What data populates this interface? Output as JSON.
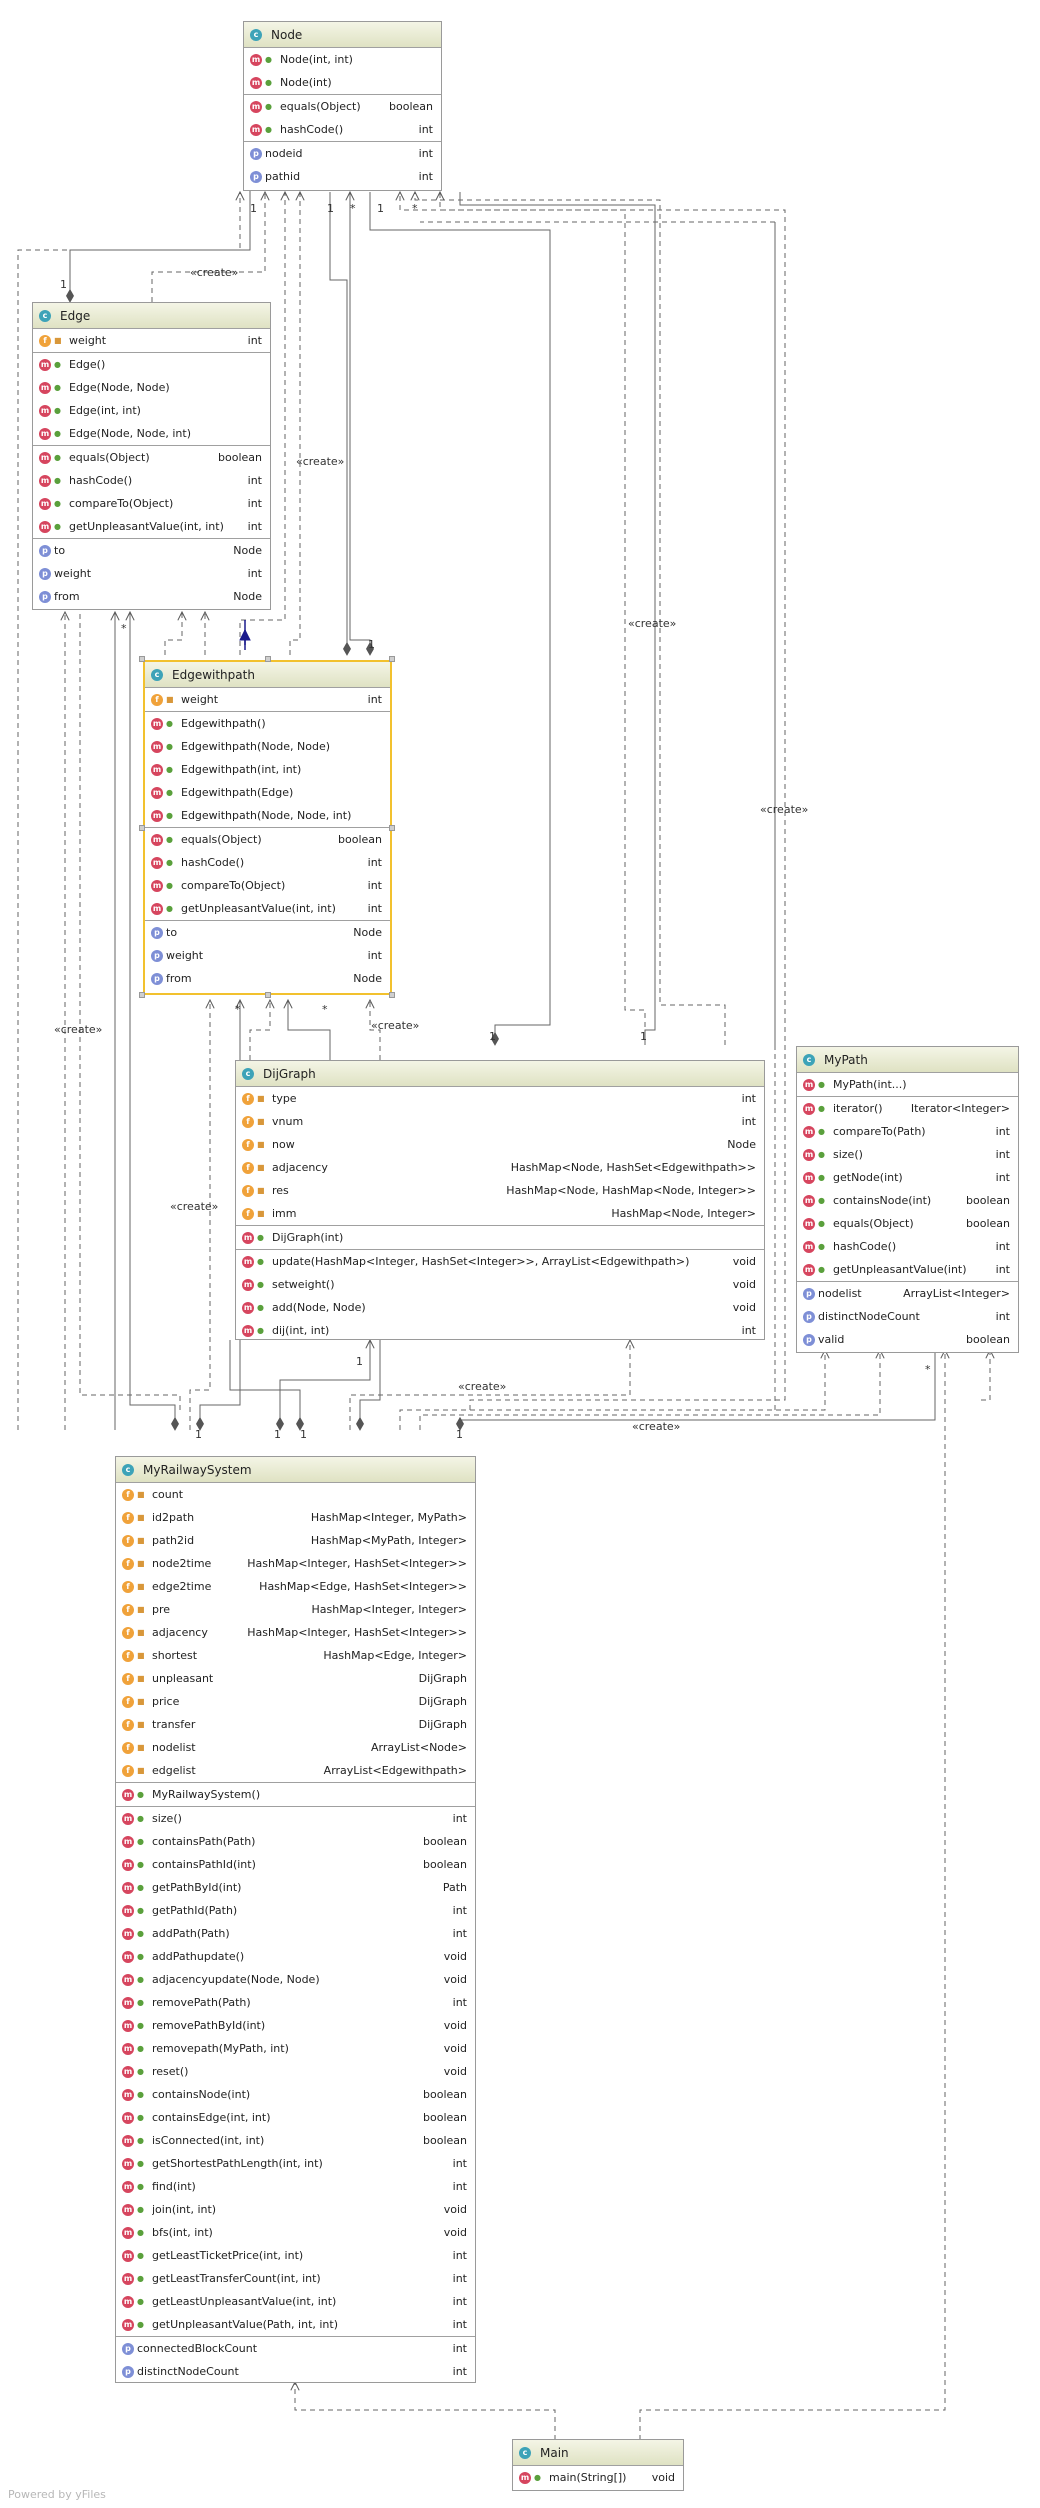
{
  "credit": "Powered by yFiles",
  "classes": {
    "node": {
      "name": "Node",
      "ctors": [
        {
          "label": "Node(int, int)",
          "type": ""
        },
        {
          "label": "Node(int)",
          "type": ""
        }
      ],
      "methods": [
        {
          "label": "equals(Object)",
          "type": "boolean"
        },
        {
          "label": "hashCode()",
          "type": "int"
        }
      ],
      "props": [
        {
          "label": "nodeid",
          "type": "int"
        },
        {
          "label": "pathid",
          "type": "int"
        }
      ]
    },
    "edge": {
      "name": "Edge",
      "fields": [
        {
          "label": "weight",
          "type": "int"
        }
      ],
      "ctors": [
        {
          "label": "Edge()",
          "type": ""
        },
        {
          "label": "Edge(Node, Node)",
          "type": ""
        },
        {
          "label": "Edge(int, int)",
          "type": ""
        },
        {
          "label": "Edge(Node, Node, int)",
          "type": ""
        }
      ],
      "methods": [
        {
          "label": "equals(Object)",
          "type": "boolean"
        },
        {
          "label": "hashCode()",
          "type": "int"
        },
        {
          "label": "compareTo(Object)",
          "type": "int"
        },
        {
          "label": "getUnpleasantValue(int, int)",
          "type": "int"
        }
      ],
      "props": [
        {
          "label": "to",
          "type": "Node"
        },
        {
          "label": "weight",
          "type": "int"
        },
        {
          "label": "from",
          "type": "Node"
        }
      ]
    },
    "edgewithpath": {
      "name": "Edgewithpath",
      "fields": [
        {
          "label": "weight",
          "type": "int"
        }
      ],
      "ctors": [
        {
          "label": "Edgewithpath()",
          "type": ""
        },
        {
          "label": "Edgewithpath(Node, Node)",
          "type": ""
        },
        {
          "label": "Edgewithpath(int, int)",
          "type": ""
        },
        {
          "label": "Edgewithpath(Edge)",
          "type": ""
        },
        {
          "label": "Edgewithpath(Node, Node, int)",
          "type": ""
        }
      ],
      "methods": [
        {
          "label": "equals(Object)",
          "type": "boolean"
        },
        {
          "label": "hashCode()",
          "type": "int"
        },
        {
          "label": "compareTo(Object)",
          "type": "int"
        },
        {
          "label": "getUnpleasantValue(int, int)",
          "type": "int"
        }
      ],
      "props": [
        {
          "label": "to",
          "type": "Node"
        },
        {
          "label": "weight",
          "type": "int"
        },
        {
          "label": "from",
          "type": "Node"
        }
      ]
    },
    "dijgraph": {
      "name": "DijGraph",
      "fields": [
        {
          "label": "type",
          "type": "int"
        },
        {
          "label": "vnum",
          "type": "int"
        },
        {
          "label": "now",
          "type": "Node"
        },
        {
          "label": "adjacency",
          "type": "HashMap<Node, HashSet<Edgewithpath>>"
        },
        {
          "label": "res",
          "type": "HashMap<Node, HashMap<Node, Integer>>"
        },
        {
          "label": "imm",
          "type": "HashMap<Node, Integer>"
        }
      ],
      "ctors": [
        {
          "label": "DijGraph(int)",
          "type": ""
        }
      ],
      "methods": [
        {
          "label": "update(HashMap<Integer, HashSet<Integer>>, ArrayList<Edgewithpath>)",
          "type": "void"
        },
        {
          "label": "setweight()",
          "type": "void"
        },
        {
          "label": "add(Node, Node)",
          "type": "void"
        },
        {
          "label": "dij(int, int)",
          "type": "int"
        }
      ]
    },
    "mypath": {
      "name": "MyPath",
      "ctors": [
        {
          "label": "MyPath(int...)",
          "type": ""
        }
      ],
      "methods": [
        {
          "label": "iterator()",
          "type": "Iterator<Integer>"
        },
        {
          "label": "compareTo(Path)",
          "type": "int"
        },
        {
          "label": "size()",
          "type": "int"
        },
        {
          "label": "getNode(int)",
          "type": "int"
        },
        {
          "label": "containsNode(int)",
          "type": "boolean"
        },
        {
          "label": "equals(Object)",
          "type": "boolean"
        },
        {
          "label": "hashCode()",
          "type": "int"
        },
        {
          "label": "getUnpleasantValue(int)",
          "type": "int"
        }
      ],
      "props": [
        {
          "label": "nodelist",
          "type": "ArrayList<Integer>"
        },
        {
          "label": "distinctNodeCount",
          "type": "int"
        },
        {
          "label": "valid",
          "type": "boolean"
        }
      ]
    },
    "myrailwaysystem": {
      "name": "MyRailwaySystem",
      "fields": [
        {
          "label": "count",
          "type": ""
        },
        {
          "label": "id2path",
          "type": "HashMap<Integer, MyPath>"
        },
        {
          "label": "path2id",
          "type": "HashMap<MyPath, Integer>"
        },
        {
          "label": "node2time",
          "type": "HashMap<Integer, HashSet<Integer>>"
        },
        {
          "label": "edge2time",
          "type": "HashMap<Edge, HashSet<Integer>>"
        },
        {
          "label": "pre",
          "type": "HashMap<Integer, Integer>"
        },
        {
          "label": "adjacency",
          "type": "HashMap<Integer, HashSet<Integer>>"
        },
        {
          "label": "shortest",
          "type": "HashMap<Edge, Integer>"
        },
        {
          "label": "unpleasant",
          "type": "DijGraph"
        },
        {
          "label": "price",
          "type": "DijGraph"
        },
        {
          "label": "transfer",
          "type": "DijGraph"
        },
        {
          "label": "nodelist",
          "type": "ArrayList<Node>"
        },
        {
          "label": "edgelist",
          "type": "ArrayList<Edgewithpath>"
        }
      ],
      "ctors": [
        {
          "label": "MyRailwaySystem()",
          "type": ""
        }
      ],
      "methods": [
        {
          "label": "size()",
          "type": "int"
        },
        {
          "label": "containsPath(Path)",
          "type": "boolean"
        },
        {
          "label": "containsPathId(int)",
          "type": "boolean"
        },
        {
          "label": "getPathById(int)",
          "type": "Path"
        },
        {
          "label": "getPathId(Path)",
          "type": "int"
        },
        {
          "label": "addPath(Path)",
          "type": "int"
        },
        {
          "label": "addPathupdate()",
          "type": "void"
        },
        {
          "label": "adjacencyupdate(Node, Node)",
          "type": "void"
        },
        {
          "label": "removePath(Path)",
          "type": "int"
        },
        {
          "label": "removePathById(int)",
          "type": "void"
        },
        {
          "label": "removepath(MyPath, int)",
          "type": "void"
        },
        {
          "label": "reset()",
          "type": "void"
        },
        {
          "label": "containsNode(int)",
          "type": "boolean"
        },
        {
          "label": "containsEdge(int, int)",
          "type": "boolean"
        },
        {
          "label": "isConnected(int, int)",
          "type": "boolean"
        },
        {
          "label": "getShortestPathLength(int, int)",
          "type": "int"
        },
        {
          "label": "find(int)",
          "type": "int"
        },
        {
          "label": "join(int, int)",
          "type": "void"
        },
        {
          "label": "bfs(int, int)",
          "type": "void"
        },
        {
          "label": "getLeastTicketPrice(int, int)",
          "type": "int"
        },
        {
          "label": "getLeastTransferCount(int, int)",
          "type": "int"
        },
        {
          "label": "getLeastUnpleasantValue(int, int)",
          "type": "int"
        },
        {
          "label": "getUnpleasantValue(Path, int, int)",
          "type": "int"
        }
      ],
      "props": [
        {
          "label": "connectedBlockCount",
          "type": "int"
        },
        {
          "label": "distinctNodeCount",
          "type": "int"
        }
      ]
    },
    "main": {
      "name": "Main",
      "methods": [
        {
          "label": "main(String[])",
          "type": "void"
        }
      ]
    }
  },
  "edge_labels": {
    "create": "«create»",
    "one": "1",
    "many": "*"
  }
}
